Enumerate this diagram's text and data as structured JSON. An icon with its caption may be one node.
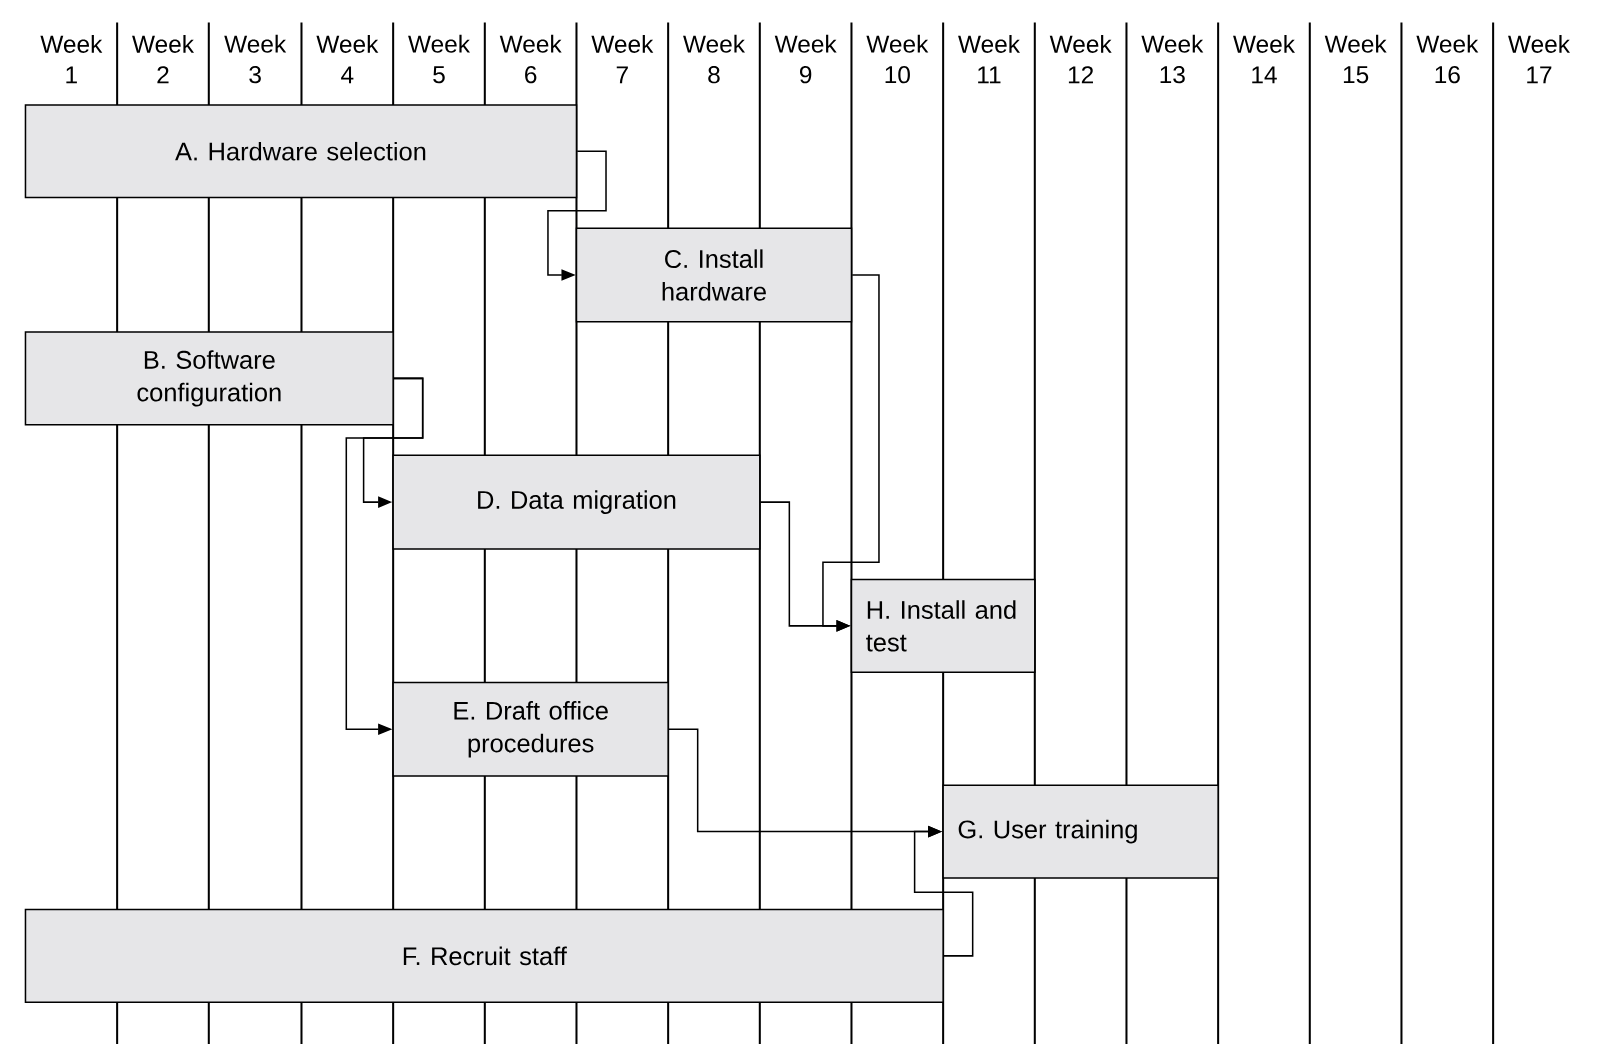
{
  "diagram": {
    "nodes": [
      {
        "text": [
          "A. Hardware selection"
        ]
      },
      {
        "text": [
          "C. Install hardware"
        ]
      },
      {
        "text": [
          "B. Software configuration"
        ]
      },
      {
        "text": [
          "D. Data migration"
        ]
      },
      {
        "text": [
          "H. Install and test"
        ]
      },
      {
        "text": [
          "E. Draft office procedures"
        ]
      },
      {
        "text": [
          "G. User training"
        ]
      },
      {
        "text": [
          "F. Recruit staff"
        ]
      }
    ],
    "edges": [
      {
        "from": 0,
        "to": 1,
        "arrow": "to"
      },
      {
        "from": 2,
        "to": 3,
        "arrow": "to"
      },
      {
        "from": 2,
        "to": 5,
        "arrow": "to"
      },
      {
        "from": 1,
        "to": 4,
        "arrow": "to"
      },
      {
        "from": 3,
        "to": 4,
        "arrow": "to"
      },
      {
        "from": 5,
        "to": 6,
        "arrow": "to"
      },
      {
        "from": 7,
        "to": 6,
        "arrow": "to"
      }
    ],
    "labels": [
      "Week 1",
      "Week 2",
      "Week 3",
      "Week 4",
      "Week 5",
      "Week 6",
      "Week 7",
      "Week 8",
      "Week 9",
      "Week 10",
      "Week 11",
      "Week 12",
      "Week 13",
      "Week 14",
      "Week 15",
      "Week 16",
      "Week 17"
    ]
  }
}
